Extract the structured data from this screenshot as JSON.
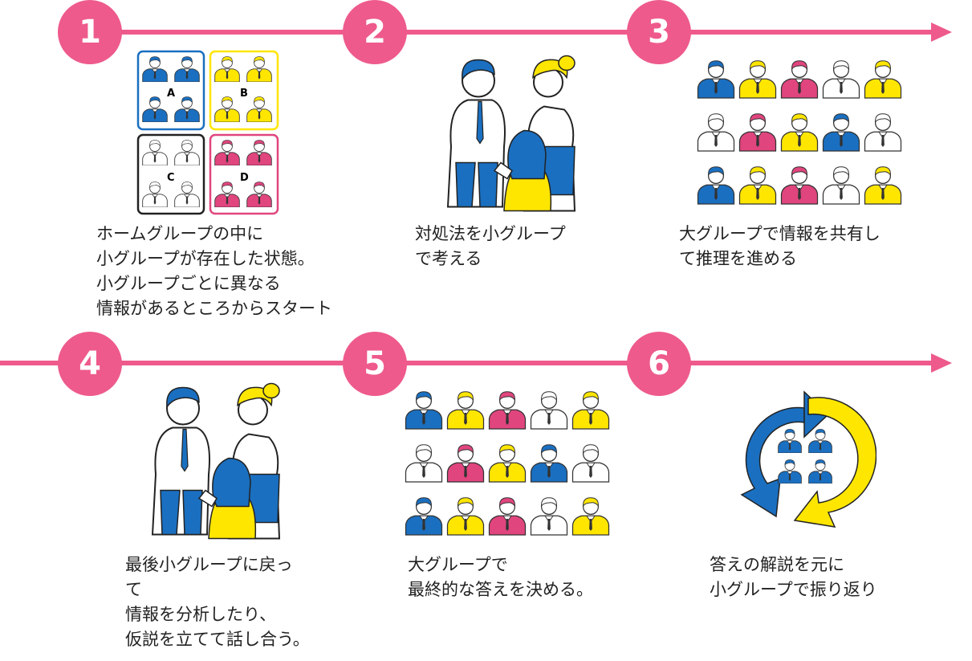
{
  "steps": [
    {
      "number": "1",
      "caption": "ホームグループの中に\n小グループが存在した状態。\n小グループごとに異なる\n情報があるところからスタート"
    },
    {
      "number": "2",
      "caption": "対処法を小グループ\nで考える"
    },
    {
      "number": "3",
      "caption": "大グループで情報を共有し\nて推理を進める"
    },
    {
      "number": "4",
      "caption": "最後小グループに戻っ\nて\n情報を分析したり、\n仮説を立てて話し合う。"
    },
    {
      "number": "5",
      "caption": "大グループで\n最終的な答えを決める。"
    },
    {
      "number": "6",
      "caption": "答えの解説を元に\n小グループで振り返り"
    }
  ],
  "group_labels": [
    "A",
    "B",
    "C",
    "D"
  ],
  "colors": {
    "accent_pink": "#ee5a8c",
    "blue": "#1a6fc0",
    "yellow": "#ffe600",
    "magenta": "#e0457e",
    "outline": "#333333"
  }
}
